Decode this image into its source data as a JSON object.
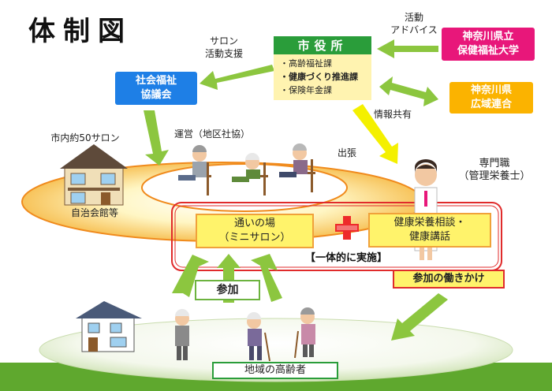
{
  "title": "体制図",
  "city": {
    "header": "市役所",
    "depts": [
      "・高齢福祉課",
      "・健康づくり推進課",
      "・保険年金課"
    ]
  },
  "kanagawa_univ": "神奈川県立\n保健福祉大学",
  "kanagawa_union": "神奈川県\n広域連合",
  "shakyo": "社会福祉\n協議会",
  "labels": {
    "salon_support": "サロン\n活動支援",
    "activity_advice": "活動\nアドバイス",
    "info_share": "情報共有",
    "operation": "運営（地区社協）",
    "salon_count": "市内約50サロン",
    "dispatch": "出張",
    "specialist": "専門職\n（管理栄養士）",
    "community_hall": "自治会館等"
  },
  "kayoi": "通いの場\n（ミニサロン）",
  "kenko": "健康栄養相談・\n健康講話",
  "ittai": "【一体的に実施】",
  "sanka_hataraki": "参加の働きかけ",
  "sanka": "参加",
  "chiiki": "地域の高齢者",
  "colors": {
    "green": "#2a9d3a",
    "light_green_arrow": "#8cc63f",
    "yellow_arrow": "#f4f000",
    "pink": "#e8177a",
    "orange": "#fbb300",
    "blue": "#1e7fe6",
    "red": "#e02b2b"
  }
}
